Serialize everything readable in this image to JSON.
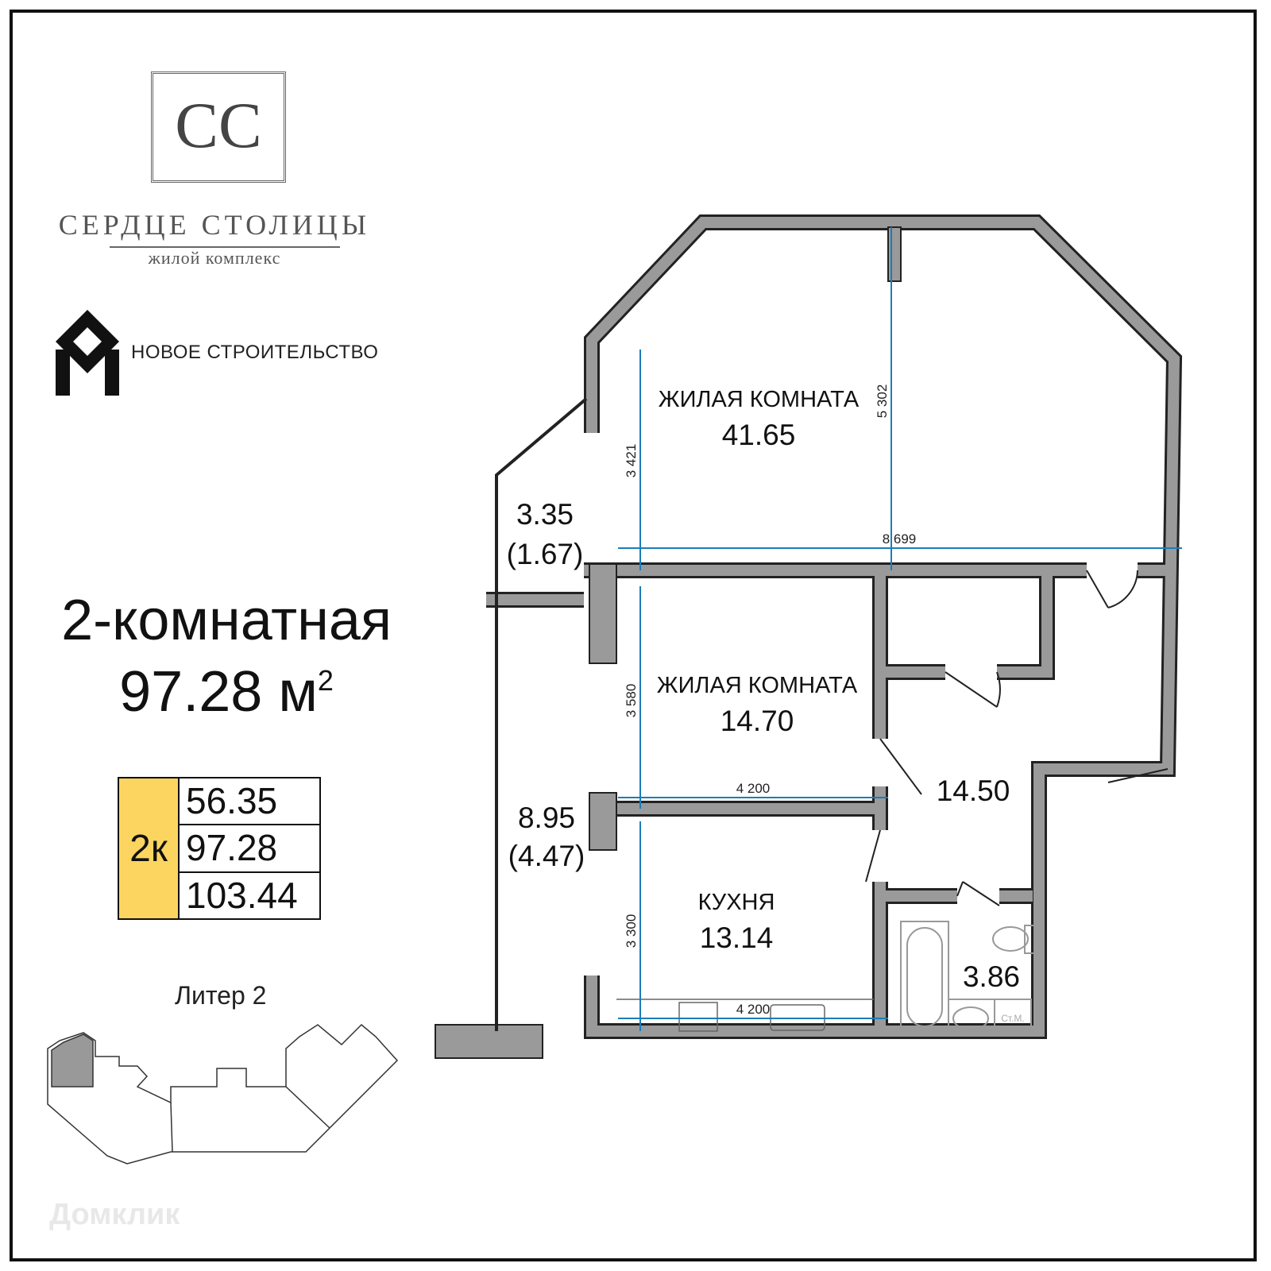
{
  "branding": {
    "monogram": "CC",
    "complex_name": "СЕРДЦЕ СТОЛИЦЫ",
    "complex_subtitle": "жилой комплекс",
    "developer_name": "НОВОЕ СТРОИТЕЛЬСТВО"
  },
  "apartment": {
    "type": "2-комнатная",
    "area": "97.28 м",
    "area_unit_sup": "2"
  },
  "spec_table": {
    "badge": "2к",
    "badge_color": "#fbd560",
    "living_area": "56.35",
    "total_area": "97.28",
    "area_with_balcony": "103.44"
  },
  "building": {
    "label": "Литер 2"
  },
  "rooms": [
    {
      "name": "ЖИЛАЯ КОМНАТА",
      "area": "41.65"
    },
    {
      "name": "ЖИЛАЯ КОМНАТА",
      "area": "14.70"
    },
    {
      "name": "КУХНЯ",
      "area": "13.14"
    },
    {
      "name": "",
      "area": "14.50"
    },
    {
      "name": "",
      "area": "3.86"
    }
  ],
  "balconies": [
    {
      "area": "3.35",
      "reduced": "(1.67)"
    },
    {
      "area": "8.95",
      "reduced": "(4.47)"
    }
  ],
  "dimensions": [
    "3 421",
    "5 302",
    "8 699",
    "3 580",
    "4 200",
    "3 300",
    "4 200"
  ],
  "fixtures": {
    "washer_label": "Ст.М."
  },
  "dimension_color": "#1b7db8",
  "watermark": "Домклик"
}
